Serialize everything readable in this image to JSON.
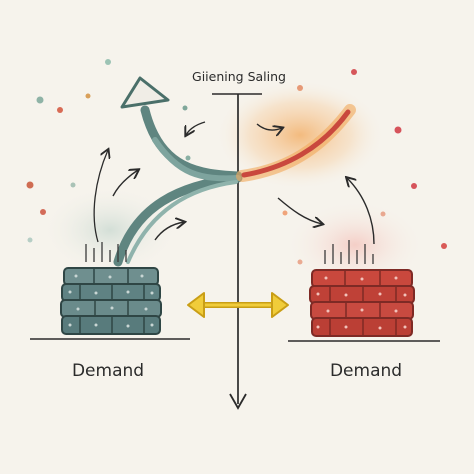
{
  "title": "Giiening Saling",
  "left_label": "Demand",
  "right_label": "Demand",
  "colors": {
    "background": "#f6f3ec",
    "left_accent": "#5f8580",
    "left_dark": "#34514e",
    "right_accent": "#c9483d",
    "right_dark": "#7e2a25",
    "glow": "#f2a85a",
    "double_arrow": "#e6bf2a",
    "ink": "#2b2b2b"
  },
  "icons": {
    "left_stack": "stacked-bricks-icon",
    "right_stack": "stacked-bricks-icon",
    "center_arrow": "double-headed-arrow-icon"
  }
}
